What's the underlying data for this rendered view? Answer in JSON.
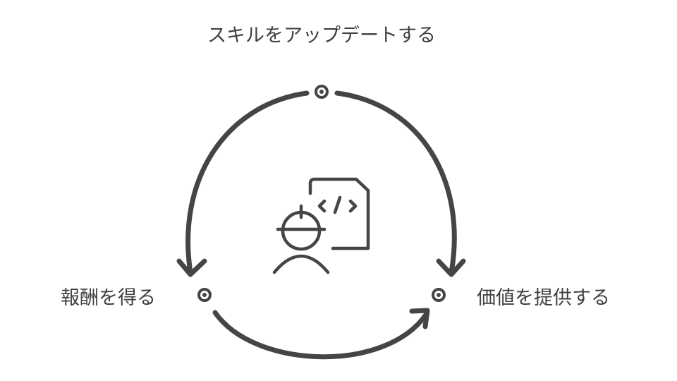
{
  "diagram": {
    "type": "cycle",
    "nodes": [
      {
        "id": "top",
        "label": "スキルをアップデートする"
      },
      {
        "id": "right",
        "label": "価値を提供する"
      },
      {
        "id": "left",
        "label": "報酬を得る"
      }
    ],
    "edges": [
      {
        "from": "top",
        "to": "right"
      },
      {
        "from": "left",
        "to": "right"
      },
      {
        "from": "top",
        "to": "left"
      }
    ],
    "center_icon": "developer-with-hardhat-and-code-document-icon",
    "stroke_color": "#454545"
  }
}
